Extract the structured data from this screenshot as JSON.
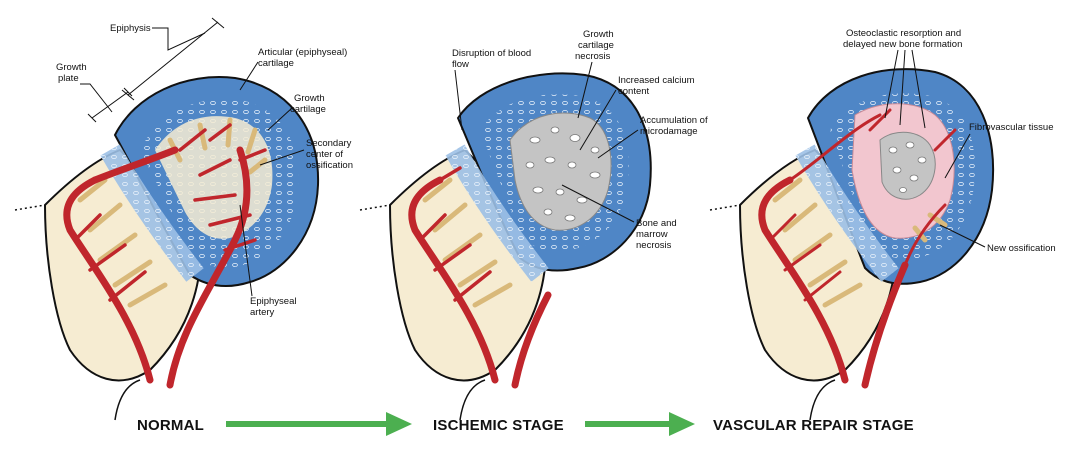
{
  "colors": {
    "cartilage_blue": "#4f86c6",
    "cartilage_light": "#9cc0e6",
    "artery_red": "#c0262c",
    "bone_cream": "#f6ecd2",
    "bone_tan": "#d9b97a",
    "necrosis_grey": "#b9b9b9",
    "repair_pink": "#f2c6cf",
    "arrow_green": "#4caf50",
    "outline": "#111111"
  },
  "panels": [
    {
      "title": "NORMAL",
      "labels": {
        "epiphysis": "Epiphysis",
        "growth_plate": [
          "Growth",
          "plate"
        ],
        "articular_cartilage": [
          "Articular (epiphyseal)",
          "cartilage"
        ],
        "growth_cartilage": [
          "Growth",
          "cartilage"
        ],
        "secondary_center": [
          "Secondary",
          "center of",
          "ossification"
        ],
        "epiphyseal_artery": [
          "Epiphyseal",
          "artery"
        ]
      }
    },
    {
      "title": "ISCHEMIC STAGE",
      "labels": {
        "disruption": [
          "Disruption of blood",
          "flow"
        ],
        "growth_cartilage_necrosis": [
          "Growth",
          "cartilage",
          "necrosis"
        ],
        "increased_calcium": [
          "Increased calcium",
          "content"
        ],
        "microdamage": [
          "Accumulation of",
          "microdamage"
        ],
        "bone_marrow_necrosis": [
          "Bone and",
          "marrow",
          "necrosis"
        ]
      }
    },
    {
      "title": "VASCULAR REPAIR STAGE",
      "labels": {
        "osteoclastic": [
          "Osteoclastic resorption and",
          "delayed new bone formation"
        ],
        "fibrovascular": "Fibrovascular tissue",
        "new_ossification": "New ossification"
      }
    }
  ]
}
